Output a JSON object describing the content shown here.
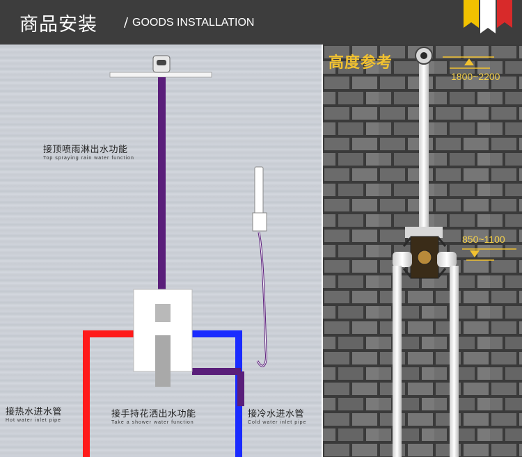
{
  "header": {
    "title_cn": "商品安装",
    "slash": "/",
    "title_en": "GOODS INSTALLATION"
  },
  "labels": {
    "rain": {
      "cn": "接顶喷雨淋出水功能",
      "en": "Top spraying rain water function"
    },
    "hot": {
      "cn": "接热水进水管",
      "en": "Hot water inlet pipe"
    },
    "hand": {
      "cn": "接手持花洒出水功能",
      "en": "Take a shower water function"
    },
    "cold": {
      "cn": "接冷水进水管",
      "en": "Cold water inlet pipe"
    }
  },
  "height_ref": {
    "title": "高度参考",
    "upper": "1800~2200",
    "lower": "850~1100"
  },
  "colors": {
    "header_bg": "#3d3d3d",
    "hot_pipe": "#ff1a1a",
    "cold_pipe": "#1a2bff",
    "outlet_pipe": "#5a1e7a",
    "ribbon_yellow": "#f2c200",
    "ribbon_white": "#ffffff",
    "ribbon_red": "#d82a2a",
    "height_accent": "#f2c230"
  }
}
